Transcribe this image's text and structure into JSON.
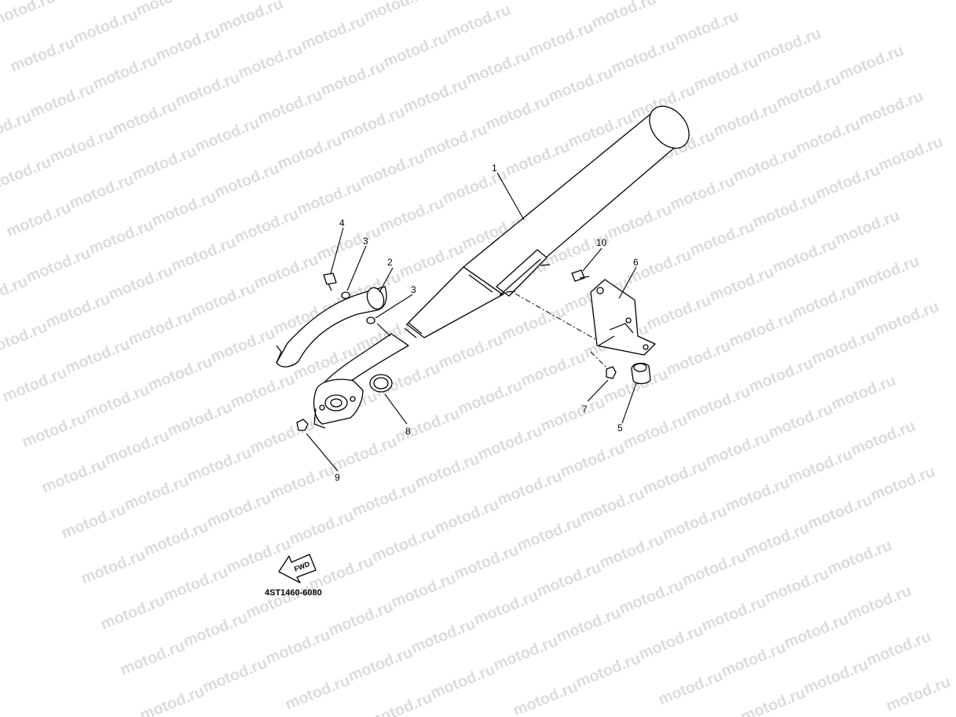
{
  "watermark": "motod.ru",
  "callouts": [
    "1",
    "2",
    "3",
    "3",
    "4",
    "5",
    "6",
    "7",
    "8",
    "9",
    "10"
  ],
  "arrow_label": "FWD",
  "diagram_code": "4ST1460-6080"
}
